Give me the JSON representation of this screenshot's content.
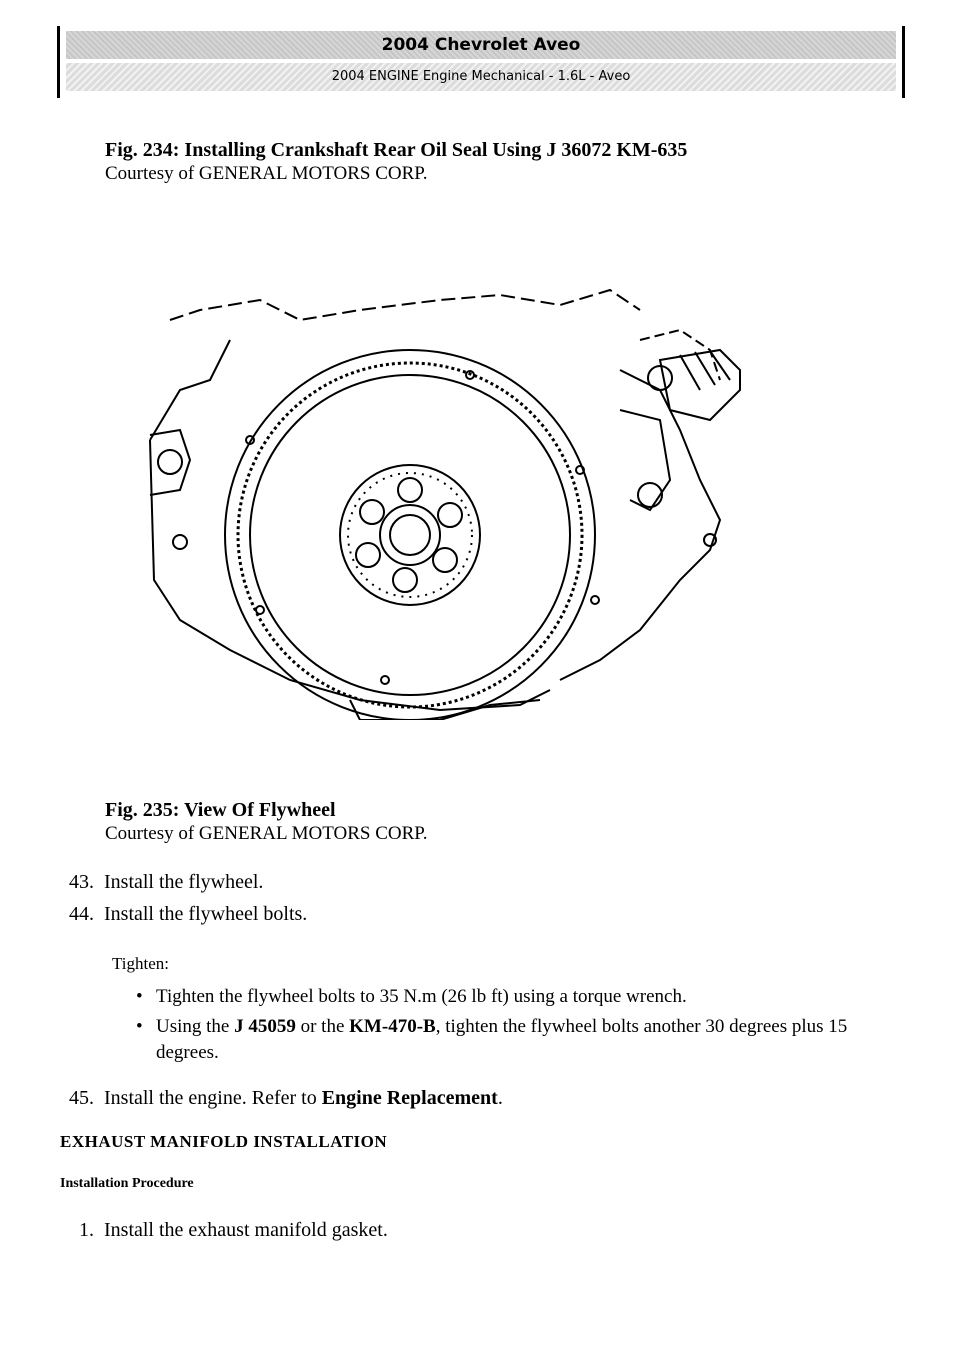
{
  "header": {
    "title": "2004 Chevrolet Aveo",
    "subtitle": "2004 ENGINE Engine Mechanical - 1.6L - Aveo"
  },
  "fig234": {
    "title": "Fig. 234: Installing Crankshaft Rear Oil Seal Using J 36072 KM-635",
    "courtesy": "Courtesy of GENERAL MOTORS CORP."
  },
  "fig235": {
    "title": "Fig. 235: View Of Flywheel",
    "courtesy": "Courtesy of GENERAL MOTORS CORP."
  },
  "steps": {
    "s43": {
      "num": "43.",
      "text": "Install the flywheel."
    },
    "s44": {
      "num": "44.",
      "text": "Install the flywheel bolts."
    },
    "s45": {
      "num": "45.",
      "text_before": "Install the engine. Refer to ",
      "link": "Engine Replacement",
      "text_after": "."
    }
  },
  "tighten": {
    "label": "Tighten:",
    "b1": "Tighten the flywheel bolts to 35 N.m (26 lb ft) using a torque wrench.",
    "b2_before": "Using the ",
    "b2_tool1": "J 45059",
    "b2_mid": " or the ",
    "b2_tool2": "KM-470-B",
    "b2_after": ", tighten the flywheel bolts another 30 degrees plus 15 degrees."
  },
  "exhaust": {
    "heading": "EXHAUST MANIFOLD INSTALLATION",
    "subheading": "Installation Procedure",
    "s1": {
      "num": "1.",
      "text": "Install the exhaust manifold gasket."
    }
  }
}
